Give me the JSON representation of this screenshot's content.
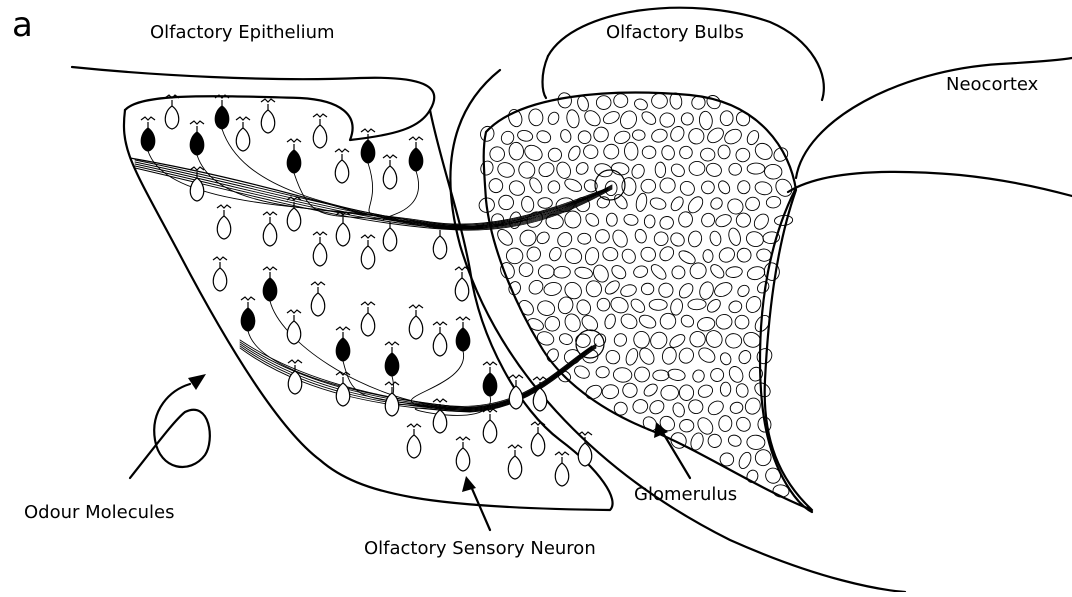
{
  "figure": {
    "panel_letter": "a",
    "labels": {
      "epithelium": "Olfactory Epithelium",
      "bulbs": "Olfactory Bulbs",
      "neocortex": "Neocortex",
      "odour": "Odour Molecules",
      "glomerulus": "Glomerulus",
      "osn": "Olfactory Sensory Neuron"
    }
  }
}
